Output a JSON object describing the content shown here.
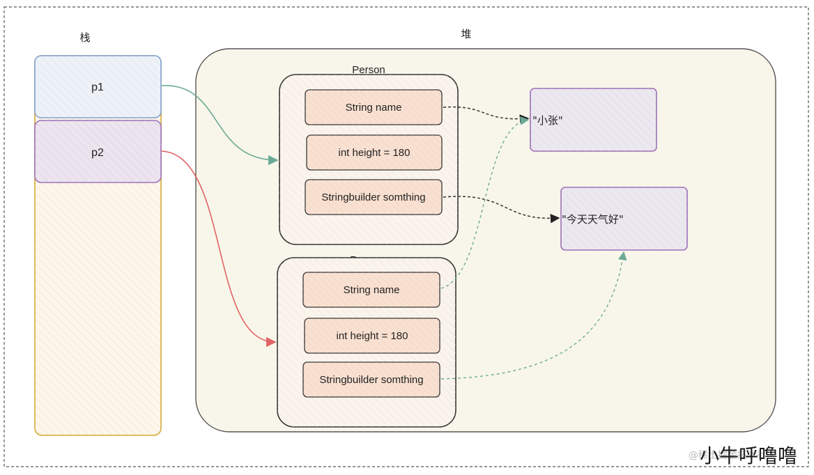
{
  "stack": {
    "label": "栈",
    "items": [
      {
        "label": "p1"
      },
      {
        "label": "p2"
      }
    ]
  },
  "heap": {
    "label": "堆",
    "objects": [
      {
        "title": "Person",
        "fields": [
          "String name",
          "int height = 180",
          "Stringbuilder somthing"
        ]
      },
      {
        "title": "Person",
        "fields": [
          "String name",
          "int height = 180",
          "Stringbuilder somthing"
        ]
      }
    ],
    "values": [
      {
        "label": "\"小张\""
      },
      {
        "label": "\"今天天气好\""
      }
    ]
  },
  "watermark": {
    "text": "@稀土掘金技术社区",
    "signature": "小牛呼噜噜"
  },
  "colors": {
    "stack_bg": "#fdf6ea",
    "stack_border": "#d9b34a",
    "p1_bg": "#eef2f8",
    "p1_border": "#7f9fd0",
    "p2_bg": "#ece4ee",
    "p2_border": "#9c6fb8",
    "heap_bg": "#f8f6ea",
    "heap_border": "#555555",
    "field_bg": "#f8e1d2",
    "value_bg": "#ece8f0",
    "value_border": "#9c6fb8",
    "arrow_green": "#6aaa96",
    "arrow_red": "#e06464",
    "arrow_dark": "#333333"
  }
}
